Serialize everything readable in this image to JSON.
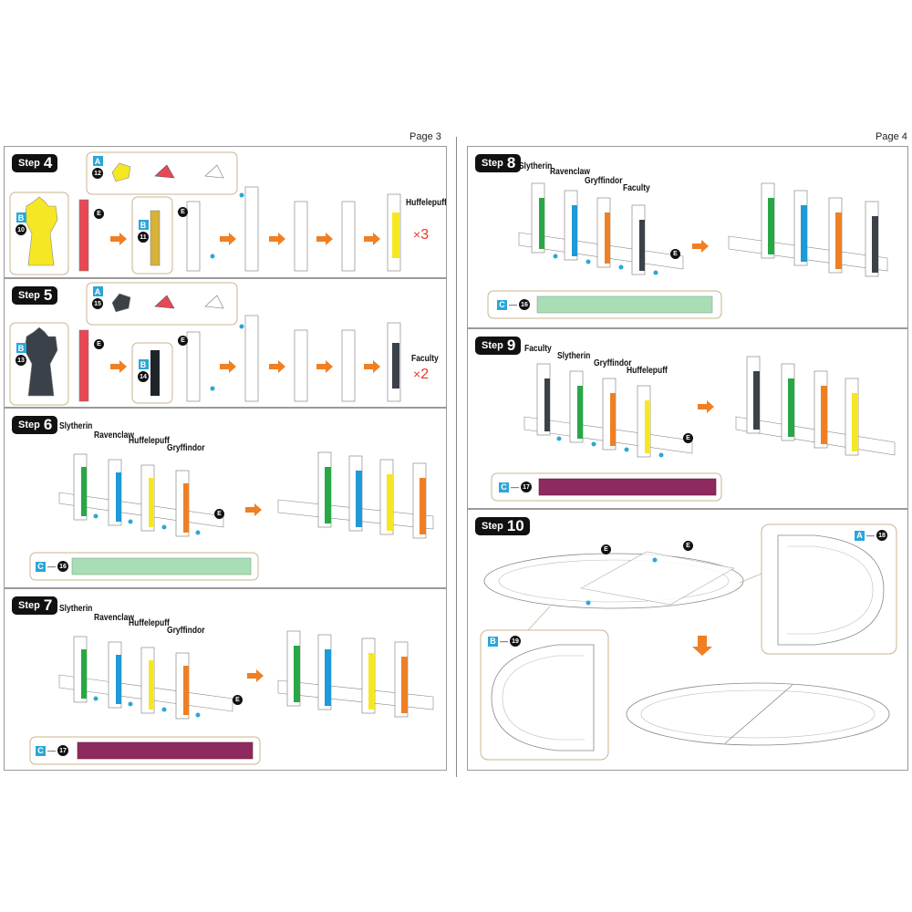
{
  "pages": {
    "left": "Page 3",
    "right": "Page 4"
  },
  "step_word": "Step",
  "steps": [
    {
      "number": "4",
      "tags": {
        "a": "A",
        "a_part": "12",
        "b": "B",
        "b_part": "10",
        "b2": "B",
        "b2_part": "11"
      },
      "house": "Huffelepuff",
      "multiplier": "3"
    },
    {
      "number": "5",
      "tags": {
        "a": "A",
        "a_part": "15",
        "b": "B",
        "b_part": "13",
        "b2": "B",
        "b2_part": "14"
      },
      "house": "Faculty",
      "multiplier": "2"
    },
    {
      "number": "6",
      "houses": [
        "Slytherin",
        "Ravenclaw",
        "Huffelepuff",
        "Gryffindor"
      ],
      "tag": {
        "letter": "C",
        "part": "16"
      }
    },
    {
      "number": "7",
      "houses": [
        "Slytherin",
        "Ravenclaw",
        "Huffelepuff",
        "Gryffindor"
      ],
      "tag": {
        "letter": "C",
        "part": "17"
      }
    },
    {
      "number": "8",
      "houses": [
        "Slytherin",
        "Ravenclaw",
        "Gryffindor",
        "Faculty"
      ],
      "tag": {
        "letter": "C",
        "part": "16"
      }
    },
    {
      "number": "9",
      "houses": [
        "Faculty",
        "Slytherin",
        "Gryffindor",
        "Huffelepuff"
      ],
      "tag": {
        "letter": "C",
        "part": "17"
      }
    },
    {
      "number": "10",
      "tag_a": {
        "letter": "A",
        "part": "18"
      },
      "tag_b": {
        "letter": "B",
        "part": "19"
      }
    }
  ],
  "e_label": "E",
  "multiplier_sign": "×",
  "colors": {
    "slytherin": "#27a845",
    "ravenclaw": "#1e9ad8",
    "huffelepuff": "#f6e724",
    "gryffindor": "#ef7f22",
    "faculty": "#3b4148",
    "red_part": "#e84855",
    "green_strip": "#a8ddb5",
    "purple_strip": "#8e2a5e",
    "arrow": "#ef7f22",
    "tag_blue": "#2aa7d8"
  }
}
